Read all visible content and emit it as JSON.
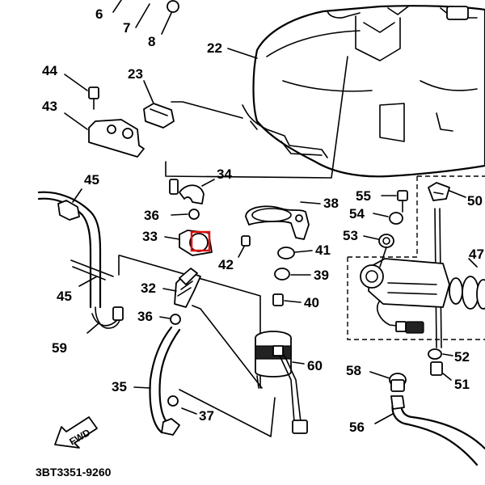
{
  "diagram_code": "3BT3351-9260",
  "fwd_label": "FWD",
  "highlight_color": "#e01010",
  "part_labels": {
    "p6": "6",
    "p7": "7",
    "p8": "8",
    "p22": "22",
    "p44": "44",
    "p23": "23",
    "p43": "43",
    "p34": "34",
    "p45a": "45",
    "p36a": "36",
    "p38": "38",
    "p55": "55",
    "p50": "50",
    "p54": "54",
    "p33": "33",
    "p53": "53",
    "p41": "41",
    "p42": "42",
    "p47": "47",
    "p45b": "45",
    "p32": "32",
    "p39": "39",
    "p40": "40",
    "p36b": "36",
    "p59": "59",
    "p52": "52",
    "p60": "60",
    "p58": "58",
    "p51": "51",
    "p35": "35",
    "p37": "37",
    "p56": "56"
  }
}
